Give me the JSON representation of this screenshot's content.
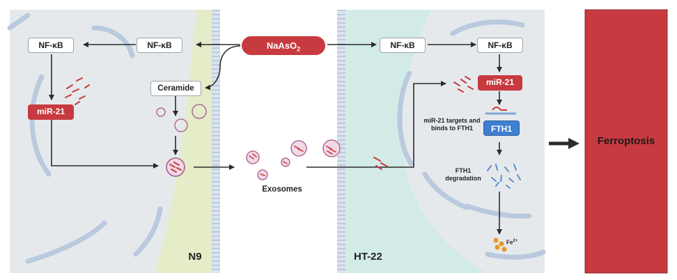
{
  "stimulus": {
    "text": "NaAsO",
    "sub": "2"
  },
  "n9": {
    "label": "N9",
    "nfkb_outer": "NF-κB",
    "nfkb_inner": "NF-κB",
    "ceramide": "Ceramide",
    "mir21": "miR-21"
  },
  "exosomes": "Exosomes",
  "ht22": {
    "label": "HT-22",
    "nfkb_left": "NF-κB",
    "nfkb_right": "NF-κB",
    "mir21": "miR-21",
    "target_line1": "miR-21 targets and",
    "target_line2": "binds to FTH1",
    "fth1": "FTH1",
    "degr_line1": "FTH1",
    "degr_line2": "degradation",
    "iron": "Fe",
    "iron_sup": "2+"
  },
  "outcome": "Ferroptosis",
  "colors": {
    "n9_bg": "#e4ecc8",
    "ht22_bg": "#d2ebe6",
    "cell_bg": "#e6e9ec",
    "red": "#c73a3f",
    "fth1": "#3f7fcf",
    "membrane": "#b9c9de",
    "exosome": "#b06a97",
    "iron": "#e39a27"
  }
}
